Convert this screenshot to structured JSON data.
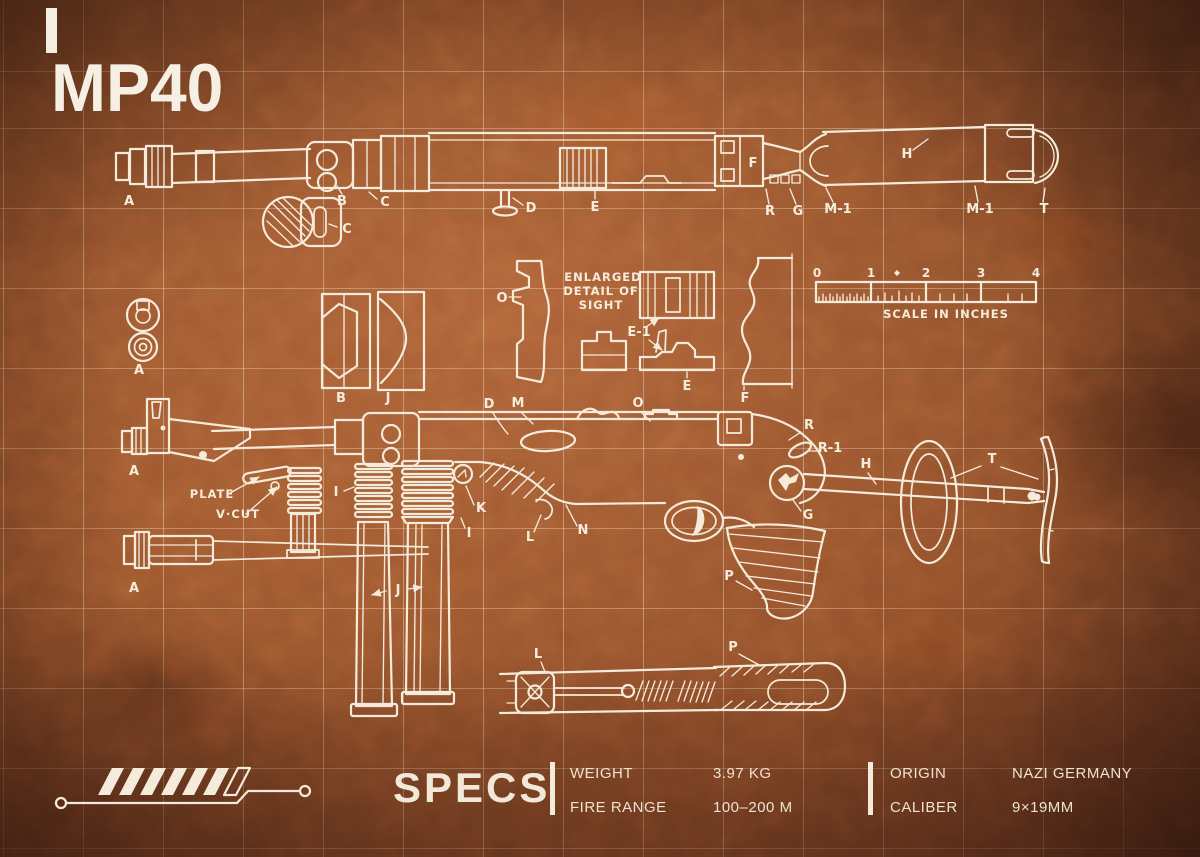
{
  "title": "MP40",
  "specs": {
    "heading": "SPECS",
    "col1": [
      {
        "label": "WEIGHT",
        "value": "3.97 KG"
      },
      {
        "label": "FIRE RANGE",
        "value": "100–200 M"
      }
    ],
    "col2": [
      {
        "label": "ORIGIN",
        "value": "NAZI GERMANY"
      },
      {
        "label": "CALIBER",
        "value": "9×19MM"
      }
    ]
  },
  "annotations": {
    "enlarged": [
      "ENLARGED",
      "DETAIL OF",
      "SIGHT"
    ],
    "scale_caption": "SCALE IN INCHES",
    "ruler_ticks": [
      "0",
      "1",
      "2",
      "3",
      "4"
    ],
    "plate": "PLATE",
    "vcut": "V·CUT"
  },
  "labels": {
    "a": "A",
    "b": "B",
    "c": "C",
    "d": "D",
    "e": "E",
    "e1": "E-1",
    "f": "F",
    "g": "G",
    "h": "H",
    "i": "I",
    "j": "J",
    "k": "K",
    "l": "L",
    "m": "M",
    "m1": "M-1",
    "n": "N",
    "o": "O",
    "p": "P",
    "r": "R",
    "r1": "R-1",
    "t": "T"
  },
  "colors": {
    "ink": "#f4ebdb",
    "paper_center": "#b4663a",
    "paper_edge": "#4a2314",
    "grid": "#f6e0c0"
  }
}
